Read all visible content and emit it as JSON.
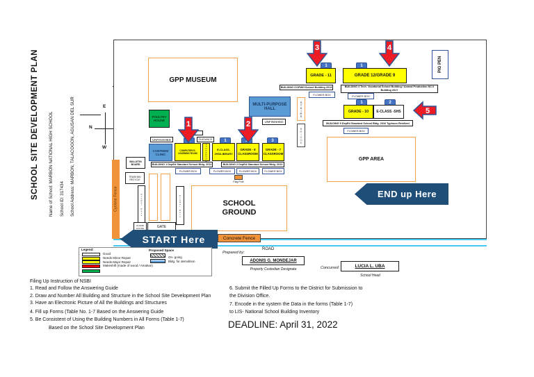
{
  "page": {
    "sidebar_title": "SCHOOL SITE DEVELOPMENT PLAN",
    "school_name": "Name of School:  MARBON NATIONAL HIGH SCHOOL",
    "school_id": "School ID: 317434",
    "school_address": "School Address: MARBON, TALACOGON, AGUSAN DEL SUR"
  },
  "compass": {
    "north": "N",
    "south": "S",
    "east": "E",
    "west": "W"
  },
  "map": {
    "gpp_museum": "GPP MUSEUM",
    "poultry_house": "POULTRY HOUSE",
    "multi_purpose_hall": "MULTI-PURPOSE HALL",
    "unfinished": "UNFINISHED",
    "pig_pen": "PIG PEN",
    "stairs": "STAIRS",
    "bridge": "BRIDGE",
    "canteen_clinic": "CANTEEN/ CLINIC",
    "computer_room": "COMPUTER/ E-LEARNING ROOM",
    "stockroom": "STOCKROOM",
    "guidance": "GUIDANCE",
    "eclass_library": "E-CLASS. JHS/LIBRARY",
    "grade8": "GRADE - 8 CLASSROOM",
    "grade7": "GRADE - 7 CLASSROOM",
    "grade11": "GRADE - 11",
    "grade12_grade9": "GRADE 12/GRADE 9",
    "grade10": "GRADE - 10",
    "eclass_shs": "E-CLASS -SHS",
    "gpp_area": "GPP AREA",
    "school_ground": "SCHOOL GROUND",
    "bulletin_board": "BULLETIN BOARD",
    "trash_recycle": "TRASH BIN RECYCLE",
    "flower_pots": "Flower Pots",
    "guard_house": "GUARD HOUSE",
    "gate": "GATE",
    "flag_pole": "Flag Pole",
    "cyclone_fence": "Cyclone Fence",
    "concrete_fence": "Concrete Fence",
    "road": "ROAD",
    "flower_box": "FLOWER BOX",
    "building1": "BUILDING 1 DepEd Standard School Bldg. 2011",
    "building2": "BUILDING 2 DepEd Standard School Bldg. 2010",
    "building3": "BUILDING 3 DPWH School Building 2013",
    "building4": "BUILDING 4 Tech. Vocational School Building / Animal Production NC II Building 2017",
    "building5": "BUILDING 5 DepEd Standard School Bldg. 2016 Typhoon Resilient",
    "start_banner": "START  Here",
    "end_banner": "END up Here",
    "arrow1": "1",
    "arrow2": "2",
    "arrow3": "3",
    "arrow4": "4",
    "arrow5": "5",
    "tab1": "1",
    "tab2": "2",
    "tab3": "3"
  },
  "legend": {
    "title": "Legend:",
    "good": "Good",
    "minor": "Needs Minor Repair",
    "major": "Needs Major Repair",
    "makeshift": "Makeshift (made of wood / Amakan)",
    "col2_title": "Proposed Space",
    "ongoing": "On- going",
    "demolition": "Bldg. for demolition"
  },
  "signature": {
    "prepared_label": "Prepared by:",
    "prepared_name": "ADONIS G. MONDEJAR",
    "prepared_role": "Property Custodian Designate",
    "concurred_label": "Concurred:",
    "concurred_name": "LUCIA L. UBA",
    "concurred_role": "School Head"
  },
  "instructions": {
    "title": "Filing Up Instruction of NSBI",
    "left": [
      "1. Read and Follow the Answering Guide",
      "2. Draw and Number  All Building and Structure in the School Site Development Plan",
      "3. Have an  Electronic  Picture of All  the Buildings and Structures",
      "4. Fill up Forms (Table No. 1-7  Based on the  Answering Guide",
      "5. Be Consistent of Using the Building Numbers in All Forms (Table 1-7)",
      "Based on the School Site Development Plan"
    ],
    "right": [
      "6. Submit the Filled Up Forms to the District  for Submission to",
      "the Division Office.",
      "7. Encode  in the system the Data in the forms (Table 1-7)",
      "to LIS- National School Building Inventory"
    ],
    "deadline": "DEADLINE:  April  31, 2022"
  },
  "colors": {
    "good": "#FFFFFF",
    "needs_repair": "#FFFF00",
    "makeshift": "#FF0000",
    "green": "#00B050",
    "ongoing": "#5B9BD5",
    "banner": "#1F4E79",
    "arrow": "#ED1C24",
    "orange": "#F2A24B",
    "fence_line": "#45C8F1"
  }
}
